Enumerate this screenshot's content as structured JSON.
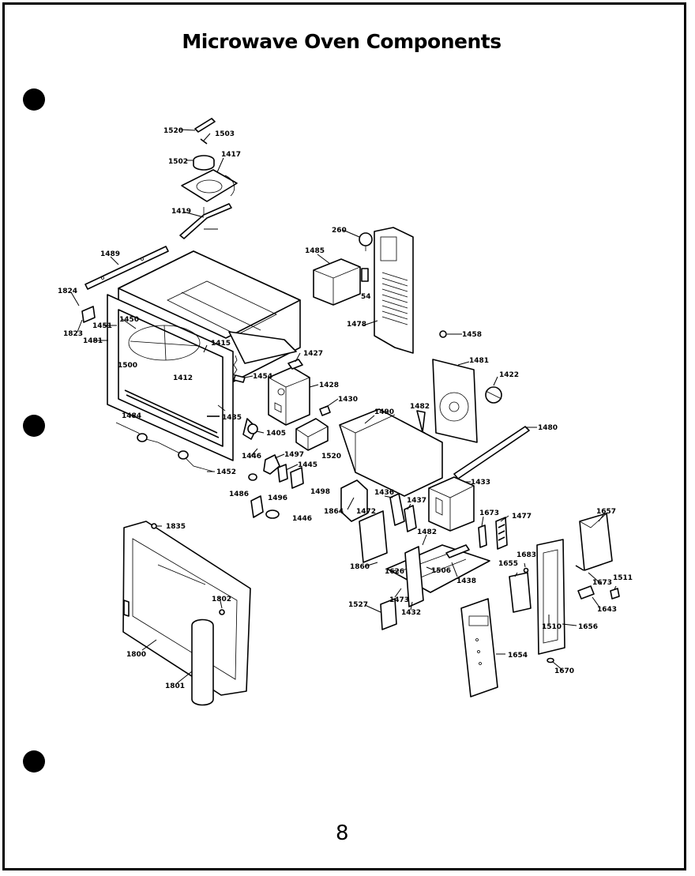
{
  "title": "Microwave Oven Components",
  "page_number": "8",
  "parts": [
    {
      "id": "p1520a",
      "label": "1520"
    },
    {
      "id": "p1503",
      "label": "1503"
    },
    {
      "id": "p1502",
      "label": "1502"
    },
    {
      "id": "p1417",
      "label": "1417"
    },
    {
      "id": "p1419",
      "label": "1419"
    },
    {
      "id": "p1489",
      "label": "1489"
    },
    {
      "id": "p1824",
      "label": "1824"
    },
    {
      "id": "p1823",
      "label": "1823"
    },
    {
      "id": "p1451",
      "label": "1451"
    },
    {
      "id": "p1481a",
      "label": "1481"
    },
    {
      "id": "p1450",
      "label": "1450"
    },
    {
      "id": "p1415",
      "label": "1415"
    },
    {
      "id": "p1500",
      "label": "1500"
    },
    {
      "id": "p1412",
      "label": "1412"
    },
    {
      "id": "p1427",
      "label": "1427"
    },
    {
      "id": "p1454",
      "label": "1454"
    },
    {
      "id": "p1428",
      "label": "1428"
    },
    {
      "id": "p1430",
      "label": "1430"
    },
    {
      "id": "p1435",
      "label": "1435"
    },
    {
      "id": "p1484",
      "label": "1484"
    },
    {
      "id": "p1405",
      "label": "1405"
    },
    {
      "id": "p1446a",
      "label": "1446"
    },
    {
      "id": "p1497",
      "label": "1497"
    },
    {
      "id": "p1445",
      "label": "1445"
    },
    {
      "id": "p1520b",
      "label": "1520"
    },
    {
      "id": "p1452",
      "label": "1452"
    },
    {
      "id": "p1486",
      "label": "1486"
    },
    {
      "id": "p1498",
      "label": "1498"
    },
    {
      "id": "p1496",
      "label": "1496"
    },
    {
      "id": "p1446b",
      "label": "1446"
    },
    {
      "id": "p260",
      "label": "260"
    },
    {
      "id": "p1485",
      "label": "1485"
    },
    {
      "id": "p54",
      "label": "54"
    },
    {
      "id": "p1478",
      "label": "1478"
    },
    {
      "id": "p1458",
      "label": "1458"
    },
    {
      "id": "p1481b",
      "label": "1481"
    },
    {
      "id": "p1422",
      "label": "1422"
    },
    {
      "id": "p1490",
      "label": "1490"
    },
    {
      "id": "p1482",
      "label": "1482"
    },
    {
      "id": "p1480",
      "label": "1480"
    },
    {
      "id": "p1433",
      "label": "1433"
    },
    {
      "id": "p1864",
      "label": "1864"
    },
    {
      "id": "p1436",
      "label": "1436"
    },
    {
      "id": "p1437",
      "label": "1437"
    },
    {
      "id": "p1472",
      "label": "1472"
    },
    {
      "id": "p1673a",
      "label": "1673"
    },
    {
      "id": "p1477",
      "label": "1477"
    },
    {
      "id": "p1657",
      "label": "1657"
    },
    {
      "id": "p1482b",
      "label": "1482"
    },
    {
      "id": "p1860",
      "label": "1860"
    },
    {
      "id": "p1626",
      "label": "1626"
    },
    {
      "id": "p1506",
      "label": "1506"
    },
    {
      "id": "p1438",
      "label": "1438"
    },
    {
      "id": "p1683",
      "label": "1683"
    },
    {
      "id": "p1655",
      "label": "1655"
    },
    {
      "id": "p1673b",
      "label": "1673"
    },
    {
      "id": "p1511",
      "label": "1511"
    },
    {
      "id": "p1473",
      "label": "1473"
    },
    {
      "id": "p1527",
      "label": "1527"
    },
    {
      "id": "p1432",
      "label": "1432"
    },
    {
      "id": "p1643",
      "label": "1643"
    },
    {
      "id": "p1510",
      "label": "1510"
    },
    {
      "id": "p1656",
      "label": "1656"
    },
    {
      "id": "p1835",
      "label": "1835"
    },
    {
      "id": "p1802",
      "label": "1802"
    },
    {
      "id": "p1800",
      "label": "1800"
    },
    {
      "id": "p1654",
      "label": "1654"
    },
    {
      "id": "p1670",
      "label": "1670"
    },
    {
      "id": "p1801",
      "label": "1801"
    }
  ]
}
